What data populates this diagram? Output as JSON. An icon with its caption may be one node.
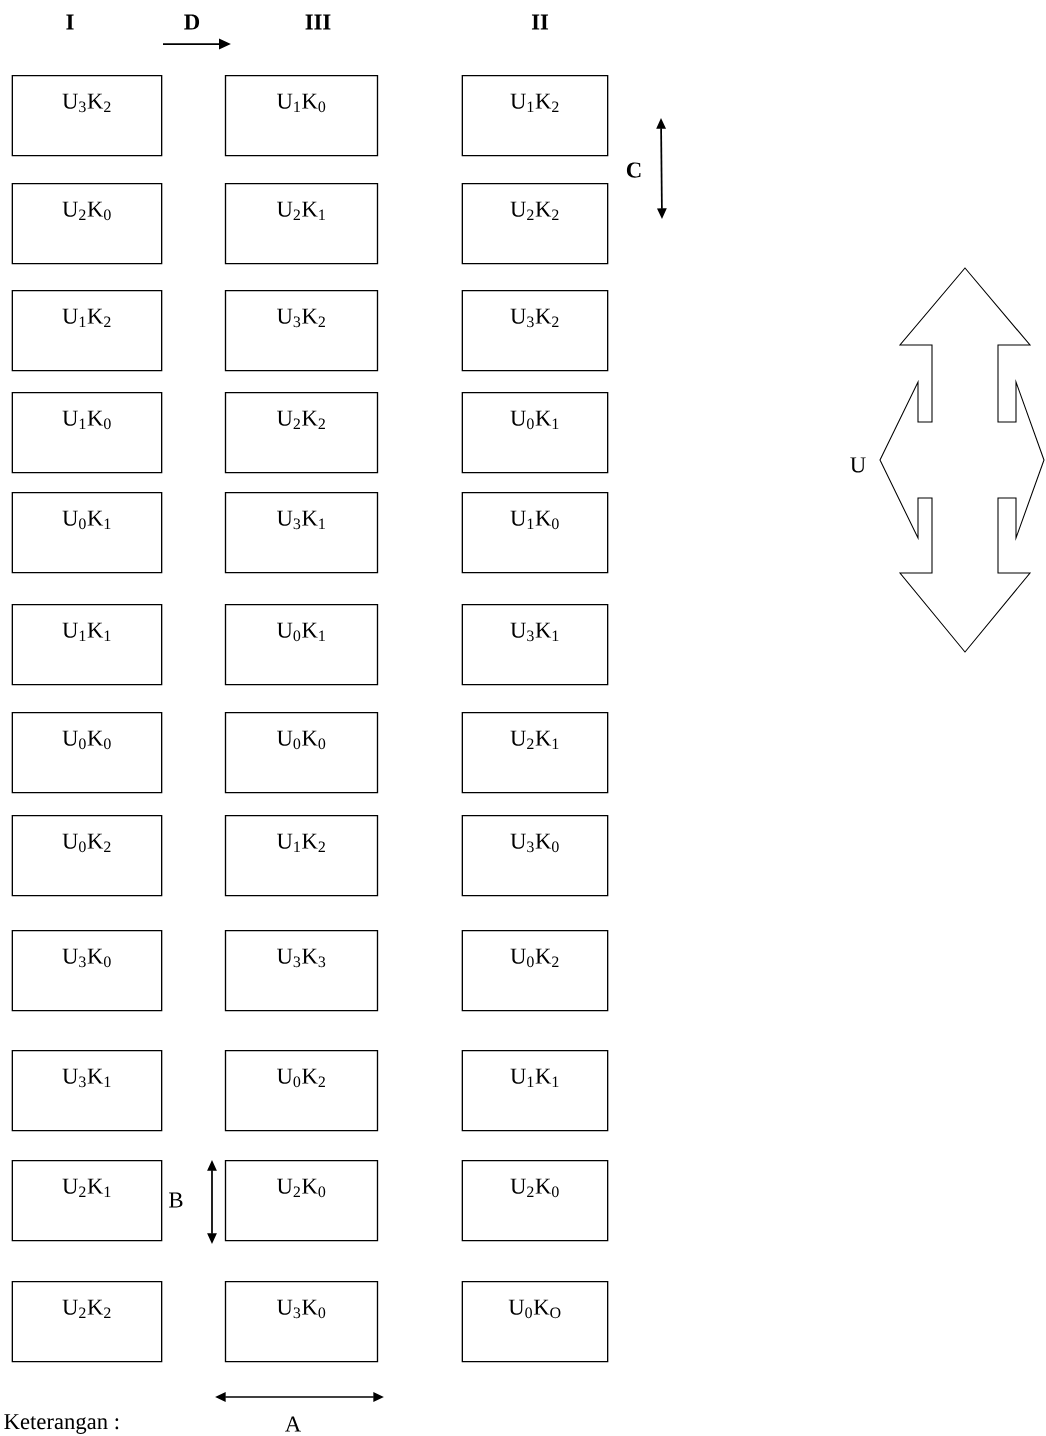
{
  "diagram": {
    "nodes": [
      {
        "text": [
          "U$_{3}$K$_{2}$"
        ]
      },
      {
        "text": [
          "U$_{1}$K$_{0}$"
        ]
      },
      {
        "text": [
          "U$_{1}$K$_{2}$"
        ]
      },
      {
        "text": [
          "U$_{2}$K$_{0}$"
        ]
      },
      {
        "text": [
          "U$_{2}$K$_{1}$"
        ]
      },
      {
        "text": [
          "U$_{2}$K$_{2}$"
        ]
      },
      {
        "text": [
          "U$_{1}$K$_{2}$"
        ]
      },
      {
        "text": [
          "U$_{3}$K$_{2}$"
        ]
      },
      {
        "text": [
          "U$_{3}$K$_{2}$"
        ]
      },
      {
        "text": [
          "U$_{1}$K$_{0}$"
        ]
      },
      {
        "text": [
          "U$_{2}$K$_{2}$"
        ]
      },
      {
        "text": [
          "U$_{0}$K$_{1}$"
        ]
      },
      {
        "text": [
          "U$_{0}$K$_{1}$"
        ]
      },
      {
        "text": [
          "U$_{3}$K$_{1}$"
        ]
      },
      {
        "text": [
          "U$_{1}$K$_{0}$"
        ]
      },
      {
        "text": [
          "U$_{1}$K$_{1}$"
        ]
      },
      {
        "text": [
          "U$_{0}$K$_{1}$"
        ]
      },
      {
        "text": [
          "U$_{3}$K$_{1}$"
        ]
      },
      {
        "text": [
          "U$_{0}$K$_{0}$"
        ]
      },
      {
        "text": [
          "U$_{0}$K$_{0}$"
        ]
      },
      {
        "text": [
          "U$_{2}$K$_{1}$"
        ]
      },
      {
        "text": [
          "U$_{0}$K$_{2}$"
        ]
      },
      {
        "text": [
          "U$_{1}$K$_{2}$"
        ]
      },
      {
        "text": [
          "U$_{3}$K$_{0}$"
        ]
      },
      {
        "text": [
          "U$_{3}$K$_{0}$"
        ]
      },
      {
        "text": [
          "U$_{3}$K$_{3}$"
        ]
      },
      {
        "text": [
          "U$_{0}$K$_{2}$"
        ]
      },
      {
        "text": [
          "U$_{3}$K$_{1}$"
        ]
      },
      {
        "text": [
          "U$_{0}$K$_{2}$"
        ]
      },
      {
        "text": [
          "U$_{1}$K$_{1}$"
        ]
      },
      {
        "text": [
          "U$_{2}$K$_{1}$"
        ]
      },
      {
        "text": [
          "U$_{2}$K$_{0}$"
        ]
      },
      {
        "text": [
          "U$_{2}$K$_{0}$"
        ]
      },
      {
        "text": [
          "U$_{2}$K$_{2}$"
        ]
      },
      {
        "text": [
          "U$_{3}$K$_{0}$"
        ]
      },
      {
        "text": [
          "U$_{0}$K$_{O}$"
        ]
      }
    ],
    "labels": [
      "I",
      "D",
      "III",
      "II",
      "C",
      "U",
      "B",
      "Keterangan :",
      "A"
    ]
  }
}
